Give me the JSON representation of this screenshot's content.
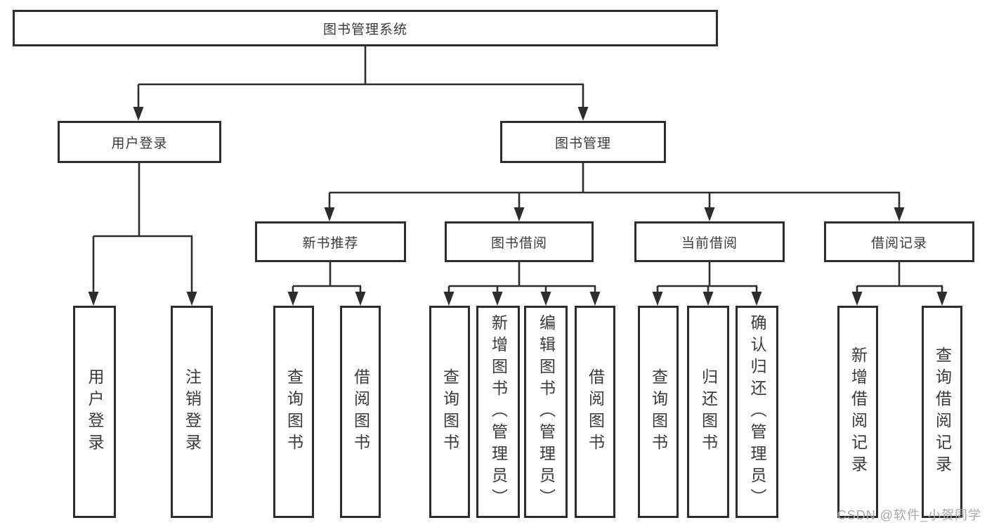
{
  "colors": {
    "line": "#2d2d2d",
    "border": "#2d2d2d",
    "text": "#3a3a3a",
    "watermark": "#a9a9a9",
    "background": "#ffffff"
  },
  "watermark": "CSDN @软件_小贺同学",
  "tree": {
    "root": "图书管理系统",
    "branches": [
      {
        "label": "用户登录",
        "children": [
          "用户登录",
          "注销登录"
        ]
      },
      {
        "label": "图书管理",
        "groups": [
          {
            "label": "新书推荐",
            "children": [
              "查询图书",
              "借阅图书"
            ]
          },
          {
            "label": "图书借阅",
            "children": [
              "查询图书",
              "新增图书（管理员）",
              "编辑图书（管理员）",
              "借阅图书"
            ]
          },
          {
            "label": "当前借阅",
            "children": [
              "查询图书",
              "归还图书",
              "确认归还（管理员）"
            ]
          },
          {
            "label": "借阅记录",
            "children": [
              "新增借阅记录",
              "查询借阅记录"
            ]
          }
        ]
      }
    ]
  }
}
